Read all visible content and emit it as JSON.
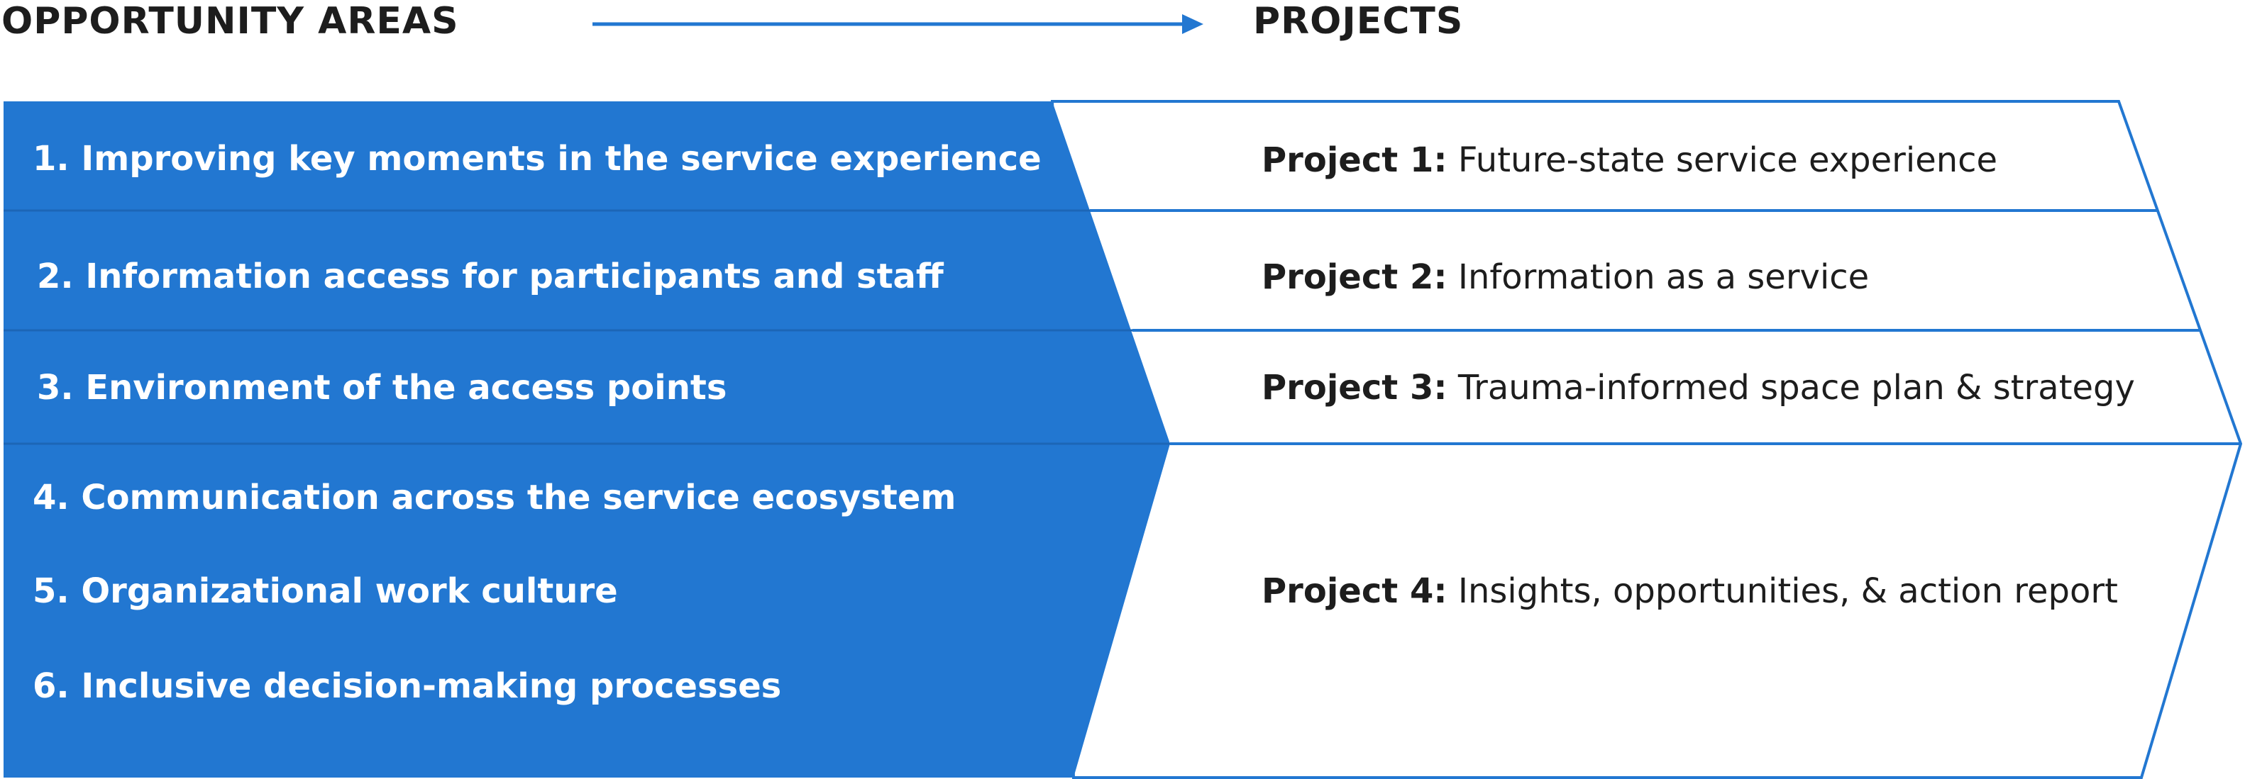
{
  "headings": {
    "opportunity_areas": "OPPORTUNITY AREAS",
    "projects": "PROJECTS"
  },
  "colors": {
    "accent": "#2277d1",
    "text_dark": "#1d1d1d",
    "text_light": "#ffffff"
  },
  "opportunity_areas": [
    "1. Improving key moments in the service experience",
    "2. Information access for participants and staff",
    "3. Environment of the access points",
    "4. Communication across the service ecosystem",
    "5. Organizational work culture",
    "6. Inclusive decision-making processes"
  ],
  "projects": [
    {
      "label": "Project 1:",
      "title": "Future-state service experience"
    },
    {
      "label": "Project 2:",
      "title": "Information as a service"
    },
    {
      "label": "Project 3:",
      "title": "Trauma-informed space plan & strategy"
    },
    {
      "label": "Project 4:",
      "title": "Insights, opportunities, & action report"
    }
  ]
}
